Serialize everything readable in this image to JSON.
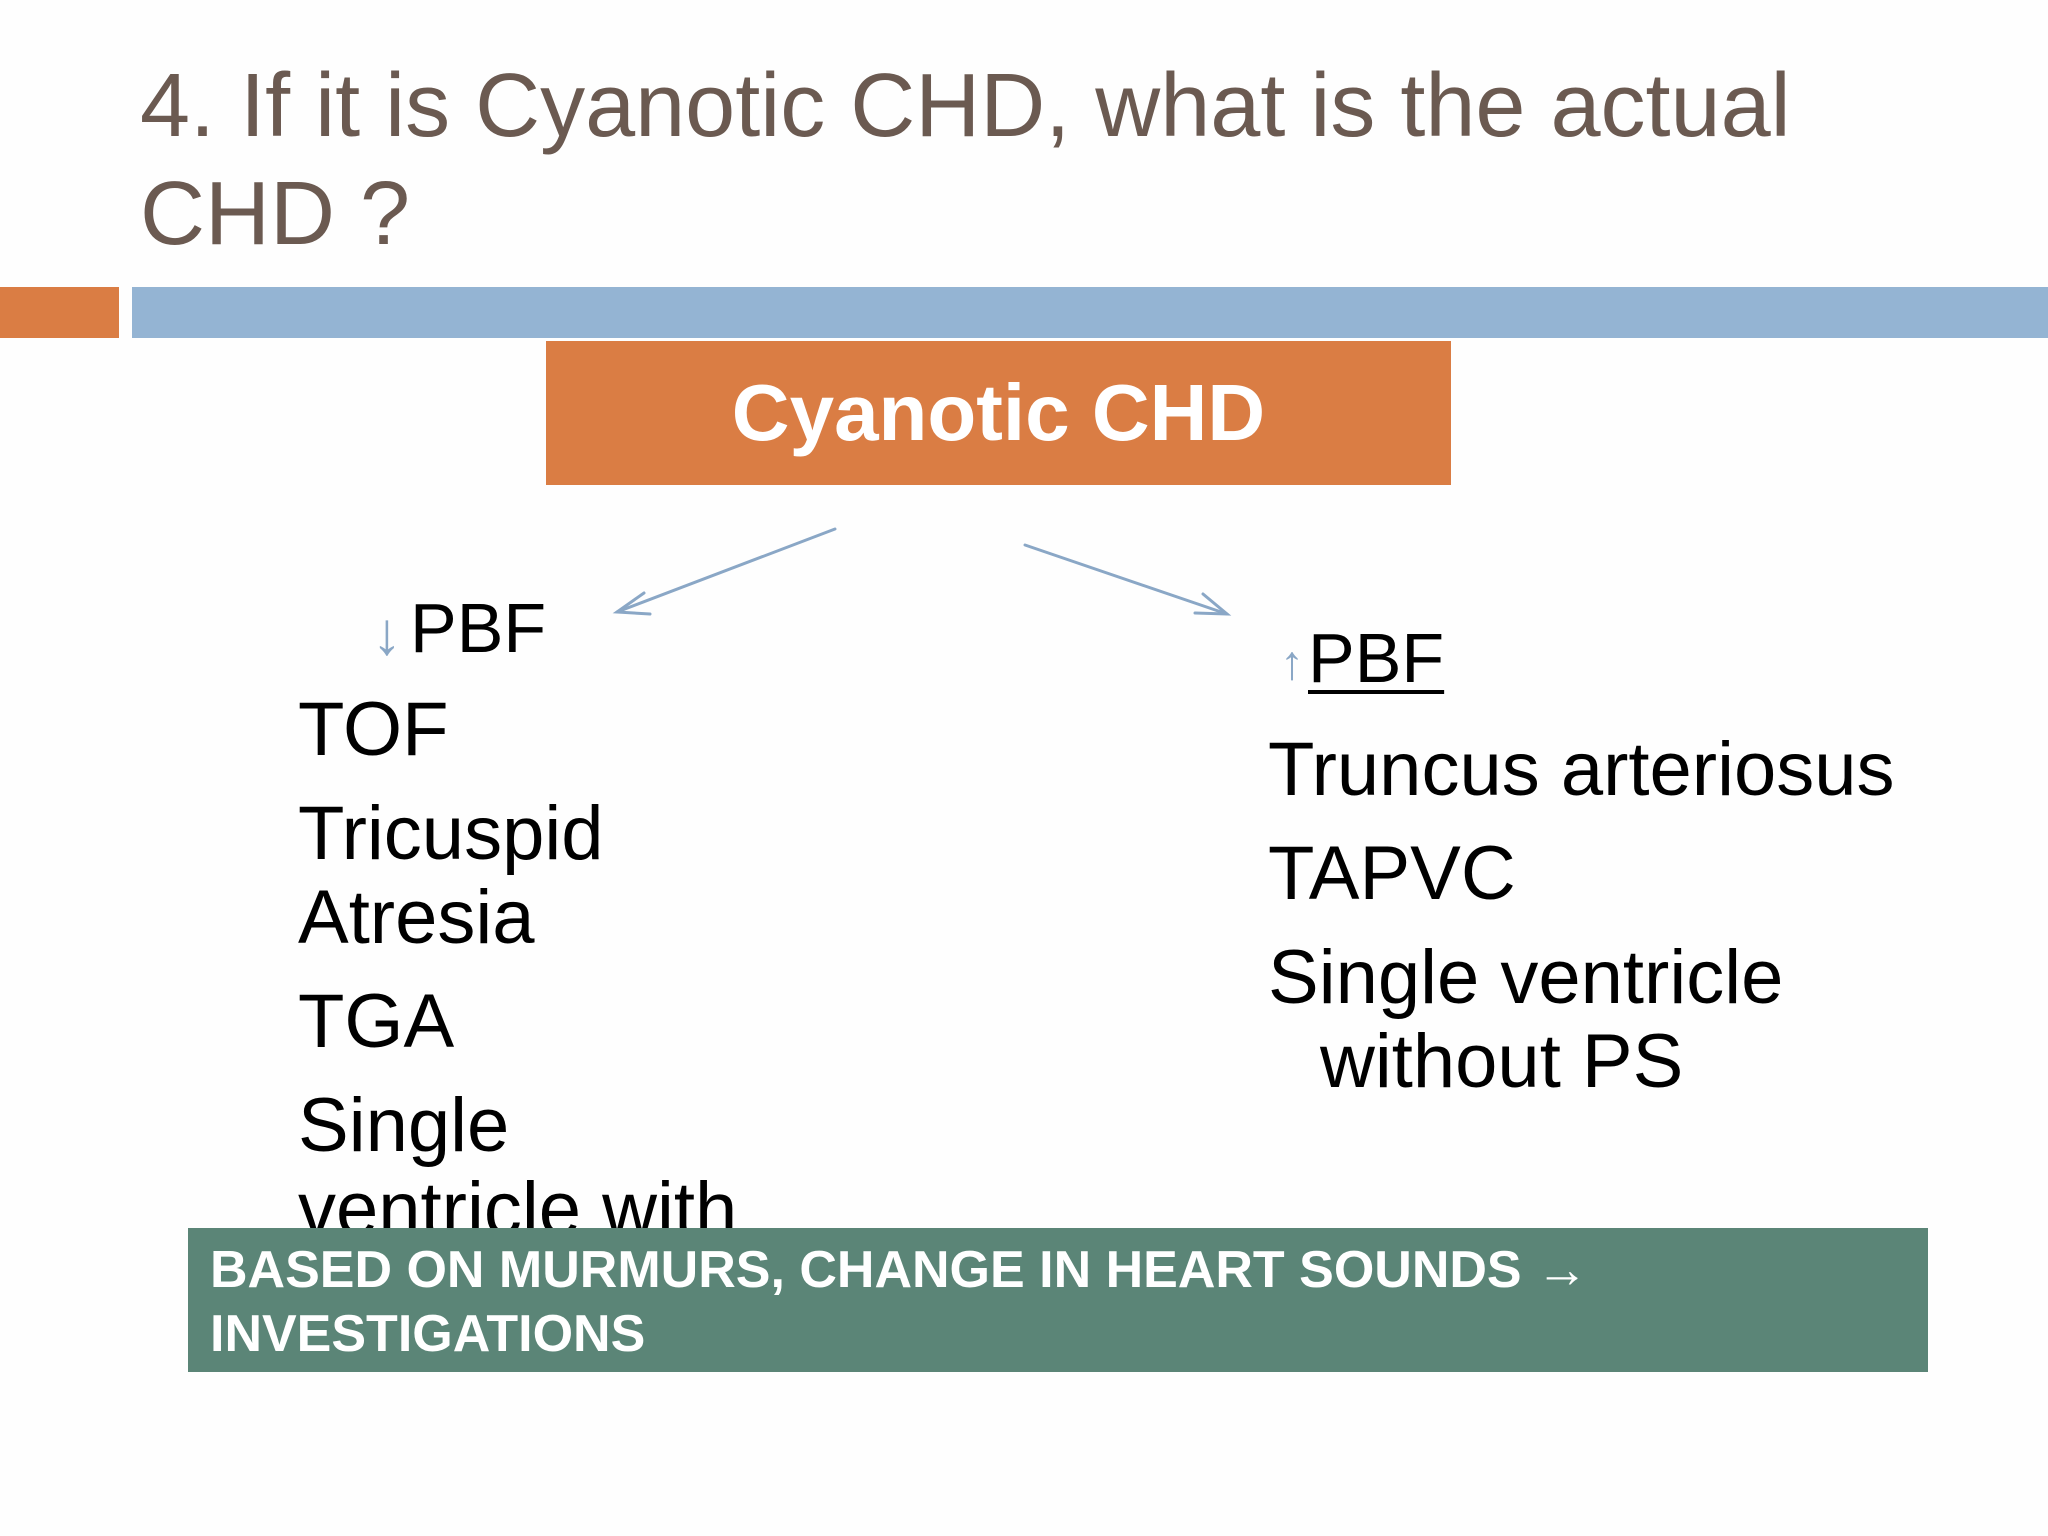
{
  "slide": {
    "title": "4. If it is Cyanotic CHD, what is the actual CHD ?",
    "header": "Cyanotic CHD",
    "left": {
      "indicator_icon": "down-arrow",
      "indicator_glyph": "↓",
      "label": "PBF",
      "items": [
        "TOF",
        "Tricuspid Atresia",
        "TGA",
        "Single ventricle with"
      ]
    },
    "right": {
      "indicator_icon": "up-arrow",
      "indicator_glyph": "↑",
      "label": "PBF",
      "items": [
        "Truncus arteriosus",
        "TAPVC",
        "Single ventricle without PS"
      ]
    },
    "footer": "BASED ON MURMURS, CHANGE IN HEART SOUNDS → INVESTIGATIONS",
    "colors": {
      "title": "#6b5a51",
      "accent_orange": "#da7d44",
      "accent_blue": "#94b4d3",
      "arrow": "#8aa7c6",
      "footer_green": "#5b8577"
    }
  }
}
